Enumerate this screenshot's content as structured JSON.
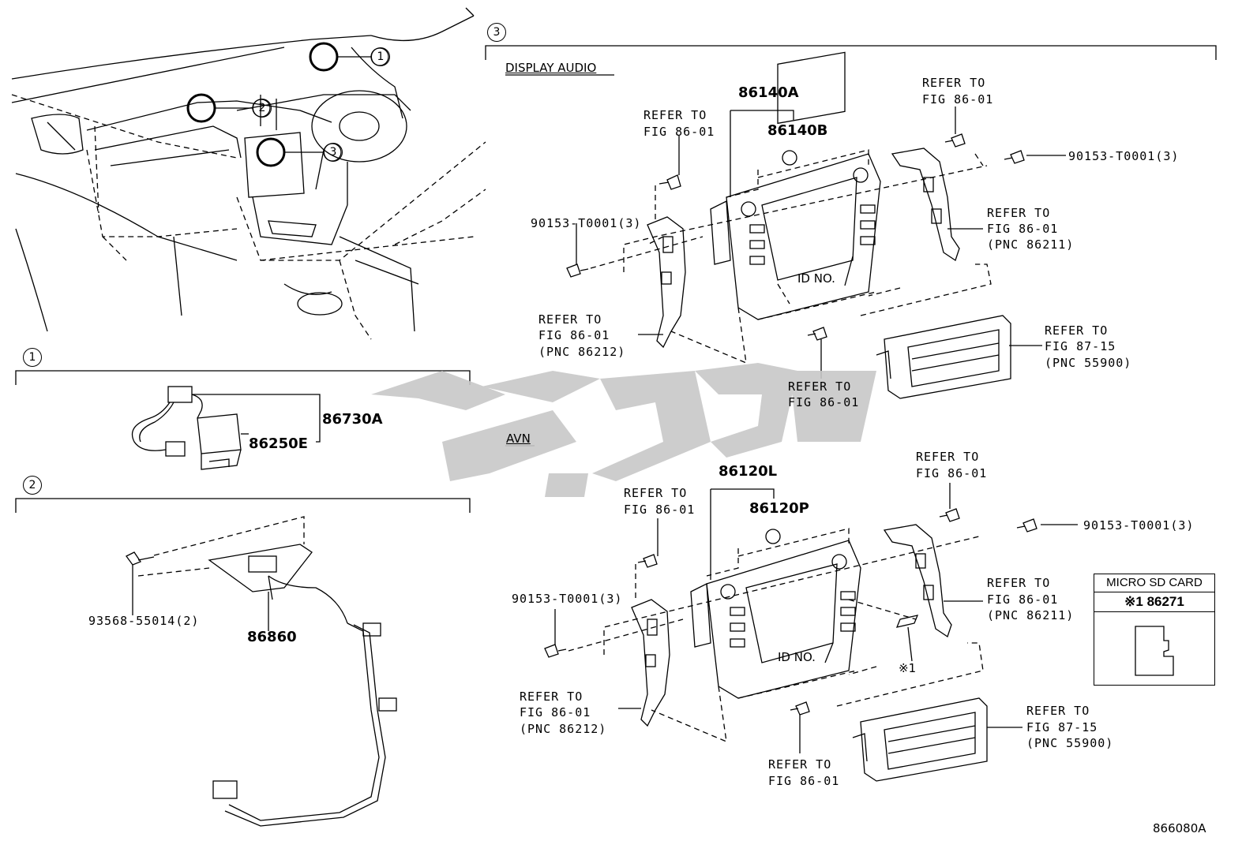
{
  "sections": {
    "s1": {
      "number": "1"
    },
    "s2": {
      "number": "2"
    },
    "s3": {
      "number": "3"
    }
  },
  "overview_callouts": [
    "1",
    "2",
    "3"
  ],
  "section1": {
    "part_assembly": "86730A",
    "part_module": "86250E"
  },
  "section2": {
    "bolt": "93568-55014(2)",
    "part_bracket": "86860"
  },
  "section3": {
    "display_audio": {
      "heading": "DISPLAY AUDIO",
      "part_main": "86140A",
      "part_sub": "86140B",
      "id_label": "ID NO.",
      "screw_left": "90153-T0001(3)",
      "screw_right": "90153-T0001(3)",
      "ref_top_left": [
        "REFER TO",
        "FIG 86-01"
      ],
      "ref_top_right": [
        "REFER TO",
        "FIG 86-01"
      ],
      "ref_bracket_right": [
        "REFER TO",
        "FIG 86-01",
        "(PNC 86211)"
      ],
      "ref_bracket_left": [
        "REFER TO",
        "FIG 86-01",
        "(PNC 86212)"
      ],
      "ref_bottom": [
        "REFER TO",
        "FIG 86-01"
      ],
      "ref_panel": [
        "REFER TO",
        "FIG 87-15",
        "(PNC 55900)"
      ]
    },
    "avn": {
      "heading": "AVN",
      "part_main": "86120L",
      "part_sub": "86120P",
      "id_label": "ID NO.",
      "mark": "※1",
      "screw_left": "90153-T0001(3)",
      "screw_right": "90153-T0001(3)",
      "ref_top_left": [
        "REFER TO",
        "FIG 86-01"
      ],
      "ref_top_right": [
        "REFER TO",
        "FIG 86-01"
      ],
      "ref_bracket_right": [
        "REFER TO",
        "FIG 86-01",
        "(PNC 86211)"
      ],
      "ref_bracket_left": [
        "REFER TO",
        "FIG 86-01",
        "(PNC 86212)"
      ],
      "ref_bottom": [
        "REFER TO",
        "FIG 86-01"
      ],
      "ref_panel": [
        "REFER TO",
        "FIG 87-15",
        "(PNC 55900)"
      ]
    },
    "micro_sd": {
      "title": "MICRO SD CARD",
      "part": "※1 86271"
    }
  },
  "figure_id": "866080A",
  "colors": {
    "ink": "#000000",
    "watermark": "#c8c8c8"
  }
}
